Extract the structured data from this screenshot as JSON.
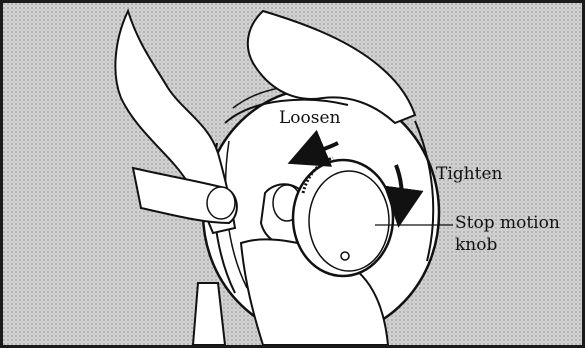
{
  "illustration": {
    "subject": "Hand turning the stop motion knob on a sewing machine handwheel",
    "labels": {
      "loosen": "Loosen",
      "tighten": "Tighten",
      "knob_line1": "Stop motion",
      "knob_line2": "knob"
    },
    "colors": {
      "paper": "#ffffff",
      "background_halftone": "#cfcfcf",
      "ink": "#1a1a1a",
      "border": "#1a1a1a"
    }
  }
}
